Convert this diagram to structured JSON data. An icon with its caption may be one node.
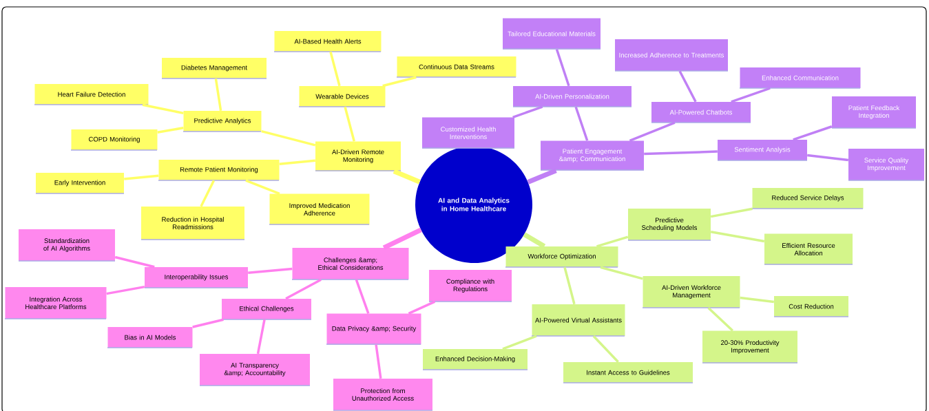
{
  "diagram": {
    "nodes": [
      {
        "text": [
          "AI and Data Analytics in Home Healthcare"
        ]
      },
      {
        "text": [
          "AI-Driven Remote Monitoring"
        ]
      },
      {
        "text": [
          "Wearable Devices"
        ]
      },
      {
        "text": [
          "AI-Based Health Alerts"
        ]
      },
      {
        "text": [
          "Continuous Data Streams"
        ]
      },
      {
        "text": [
          "Predictive Analytics"
        ]
      },
      {
        "text": [
          "Diabetes Management"
        ]
      },
      {
        "text": [
          "Heart Failure Detection"
        ]
      },
      {
        "text": [
          "COPD Monitoring"
        ]
      },
      {
        "text": [
          "Remote Patient Monitoring"
        ]
      },
      {
        "text": [
          "Early Intervention"
        ]
      },
      {
        "text": [
          "Reduction in Hospital Readmissions"
        ]
      },
      {
        "text": [
          "Improved Medication Adherence"
        ]
      },
      {
        "text": [
          "Patient Engagement &amp; Communication"
        ]
      },
      {
        "text": [
          "AI-Driven Personalization"
        ]
      },
      {
        "text": [
          "Tailored Educational Materials"
        ]
      },
      {
        "text": [
          "Customized Health Interventions"
        ]
      },
      {
        "text": [
          "AI-Powered Chatbots"
        ]
      },
      {
        "text": [
          "Increased Adherence to Treatments"
        ]
      },
      {
        "text": [
          "Enhanced Communication"
        ]
      },
      {
        "text": [
          "Sentiment Analysis"
        ]
      },
      {
        "text": [
          "Patient Feedback Integration"
        ]
      },
      {
        "text": [
          "Service Quality Improvement"
        ]
      },
      {
        "text": [
          "Workforce Optimization"
        ]
      },
      {
        "text": [
          "Predictive Scheduling Models"
        ]
      },
      {
        "text": [
          "Reduced Service Delays"
        ]
      },
      {
        "text": [
          "Efficient Resource Allocation"
        ]
      },
      {
        "text": [
          "AI-Driven Workforce Management"
        ]
      },
      {
        "text": [
          "Cost Reduction"
        ]
      },
      {
        "text": [
          "20-30% Productivity Improvement"
        ]
      },
      {
        "text": [
          "AI-Powered Virtual Assistants"
        ]
      },
      {
        "text": [
          "Enhanced Decision-Making"
        ]
      },
      {
        "text": [
          "Instant Access to Guidelines"
        ]
      },
      {
        "text": [
          "Challenges &amp; Ethical Considerations"
        ]
      },
      {
        "text": [
          "Interoperability Issues"
        ]
      },
      {
        "text": [
          "Standardization of AI Algorithms"
        ]
      },
      {
        "text": [
          "Integration Across Healthcare Platforms"
        ]
      },
      {
        "text": [
          "Ethical Challenges"
        ]
      },
      {
        "text": [
          "Bias in AI Models"
        ]
      },
      {
        "text": [
          "AI Transparency &amp; Accountability"
        ]
      },
      {
        "text": [
          "Data Privacy &amp; Security"
        ]
      },
      {
        "text": [
          "Compliance with Regulations"
        ]
      },
      {
        "text": [
          "Protection from Unauthorized Access"
        ]
      }
    ],
    "edges": [
      {
        "from": 0,
        "to": 1,
        "arrow": "none",
        "style": "thick",
        "color": "#ffff66"
      },
      {
        "from": 1,
        "to": 2,
        "arrow": "none",
        "color": "#ffff66"
      },
      {
        "from": 2,
        "to": 3,
        "arrow": "none",
        "color": "#ffff66"
      },
      {
        "from": 2,
        "to": 4,
        "arrow": "none",
        "color": "#ffff66"
      },
      {
        "from": 1,
        "to": 5,
        "arrow": "none",
        "color": "#ffff66"
      },
      {
        "from": 5,
        "to": 6,
        "arrow": "none",
        "color": "#ffff66"
      },
      {
        "from": 5,
        "to": 7,
        "arrow": "none",
        "color": "#ffff66"
      },
      {
        "from": 5,
        "to": 8,
        "arrow": "none",
        "color": "#ffff66"
      },
      {
        "from": 1,
        "to": 9,
        "arrow": "none",
        "color": "#ffff66"
      },
      {
        "from": 9,
        "to": 10,
        "arrow": "none",
        "color": "#ffff66"
      },
      {
        "from": 9,
        "to": 11,
        "arrow": "none",
        "color": "#ffff66"
      },
      {
        "from": 9,
        "to": 12,
        "arrow": "none",
        "color": "#ffff66"
      },
      {
        "from": 0,
        "to": 13,
        "arrow": "none",
        "style": "thick",
        "color": "#c080f5"
      },
      {
        "from": 13,
        "to": 14,
        "arrow": "none",
        "color": "#c080f5"
      },
      {
        "from": 14,
        "to": 15,
        "arrow": "none",
        "color": "#c080f5"
      },
      {
        "from": 14,
        "to": 16,
        "arrow": "none",
        "color": "#c080f5"
      },
      {
        "from": 13,
        "to": 17,
        "arrow": "none",
        "color": "#c080f5"
      },
      {
        "from": 17,
        "to": 18,
        "arrow": "none",
        "color": "#c080f5"
      },
      {
        "from": 17,
        "to": 19,
        "arrow": "none",
        "color": "#c080f5"
      },
      {
        "from": 13,
        "to": 20,
        "arrow": "none",
        "color": "#c080f5"
      },
      {
        "from": 20,
        "to": 21,
        "arrow": "none",
        "color": "#c080f5"
      },
      {
        "from": 20,
        "to": 22,
        "arrow": "none",
        "color": "#c080f5"
      },
      {
        "from": 0,
        "to": 23,
        "arrow": "none",
        "style": "thick",
        "color": "#d4f58a"
      },
      {
        "from": 23,
        "to": 24,
        "arrow": "none",
        "color": "#d4f58a"
      },
      {
        "from": 24,
        "to": 25,
        "arrow": "none",
        "color": "#d4f58a"
      },
      {
        "from": 24,
        "to": 26,
        "arrow": "none",
        "color": "#d4f58a"
      },
      {
        "from": 23,
        "to": 27,
        "arrow": "none",
        "color": "#d4f58a"
      },
      {
        "from": 27,
        "to": 28,
        "arrow": "none",
        "color": "#d4f58a"
      },
      {
        "from": 27,
        "to": 29,
        "arrow": "none",
        "color": "#d4f58a"
      },
      {
        "from": 23,
        "to": 30,
        "arrow": "none",
        "color": "#d4f58a"
      },
      {
        "from": 30,
        "to": 31,
        "arrow": "none",
        "color": "#d4f58a"
      },
      {
        "from": 30,
        "to": 32,
        "arrow": "none",
        "color": "#d4f58a"
      },
      {
        "from": 0,
        "to": 33,
        "arrow": "none",
        "style": "thick",
        "color": "#ff80ee"
      },
      {
        "from": 33,
        "to": 34,
        "arrow": "none",
        "color": "#ff80ee"
      },
      {
        "from": 34,
        "to": 35,
        "arrow": "none",
        "color": "#ff80ee"
      },
      {
        "from": 34,
        "to": 36,
        "arrow": "none",
        "color": "#ff80ee"
      },
      {
        "from": 33,
        "to": 37,
        "arrow": "none",
        "color": "#ff80ee"
      },
      {
        "from": 37,
        "to": 38,
        "arrow": "none",
        "color": "#ff80ee"
      },
      {
        "from": 37,
        "to": 39,
        "arrow": "none",
        "color": "#ff80ee"
      },
      {
        "from": 33,
        "to": 40,
        "arrow": "none",
        "color": "#ff80ee"
      },
      {
        "from": 40,
        "to": 41,
        "arrow": "none",
        "color": "#ff80ee"
      },
      {
        "from": 40,
        "to": 42,
        "arrow": "none",
        "color": "#ff80ee"
      }
    ]
  }
}
